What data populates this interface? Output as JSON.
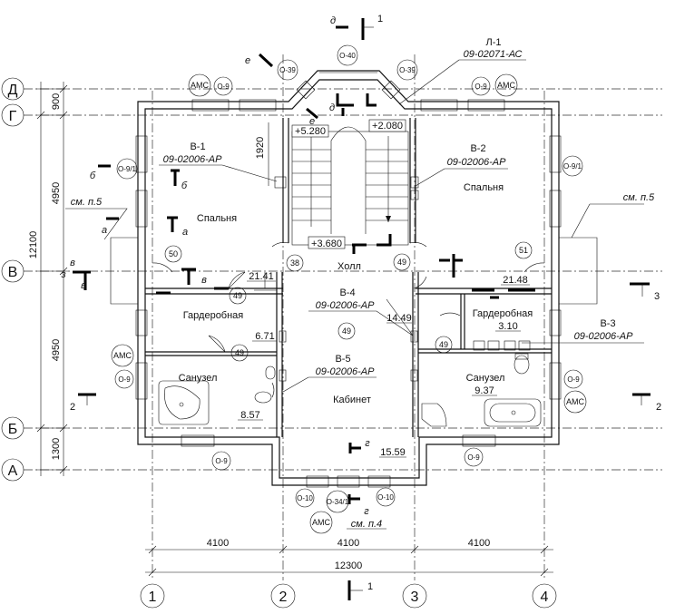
{
  "axes": {
    "rows": [
      {
        "label": "Д"
      },
      {
        "label": "Г"
      },
      {
        "label": "В"
      },
      {
        "label": "Б"
      },
      {
        "label": "А"
      }
    ],
    "cols": [
      {
        "label": "1"
      },
      {
        "label": "2"
      },
      {
        "label": "3"
      },
      {
        "label": "4"
      }
    ]
  },
  "dims": {
    "left": [
      "900",
      "4950",
      "12100",
      "4950",
      "1300"
    ],
    "bottom_spans": [
      "4100",
      "4100",
      "4100"
    ],
    "bottom_total": "12300",
    "stair": "1920"
  },
  "rooms": {
    "bedroom_left": {
      "name": "Спальня"
    },
    "bedroom_right": {
      "name": "Спальня"
    },
    "wardrobe_left": {
      "name": "Гардеробная",
      "area": "6.71"
    },
    "wardrobe_right": {
      "name": "Гардеробная",
      "area": "3.10"
    },
    "bath_left": {
      "name": "Санузел",
      "area": "8.57"
    },
    "bath_right": {
      "name": "Санузел",
      "area": "9.37"
    },
    "hall": {
      "name": "Холл",
      "area": "14.49"
    },
    "cabinet": {
      "name": "Кабинет",
      "area": "15.59"
    },
    "area_left_bed": "21.41",
    "area_right_bed": "21.48"
  },
  "elevations": {
    "top_left": "+5.280",
    "top_right": "+2.080",
    "bottom": "+3.680"
  },
  "callouts": {
    "v1": {
      "title": "В-1",
      "ref": "09-02006-АР"
    },
    "v2": {
      "title": "В-2",
      "ref": "09-02006-АР"
    },
    "v3": {
      "title": "В-3",
      "ref": "09-02006-АР"
    },
    "v4": {
      "title": "В-4",
      "ref": "09-02006-АР"
    },
    "v5": {
      "title": "В-5",
      "ref": "09-02006-АР"
    },
    "l1": {
      "title": "Л-1",
      "ref": "09-02071-АС"
    },
    "see5_left": "см. п.5",
    "see5_right": "см. п.5",
    "see4": "см. п.4"
  },
  "circles": {
    "c38": "38",
    "c49a": "49",
    "c49b": "49",
    "c49c": "49",
    "c49d": "49",
    "c49e": "49",
    "c50": "50",
    "c51": "51",
    "o39a": "О-39",
    "o39b": "О-39",
    "o40": "О-40",
    "o9a": "О-9",
    "o9b": "О-9",
    "o9c": "О-9",
    "o9d": "О-9",
    "o9e": "О-9",
    "o9f": "О-9",
    "o91a": "О-9/1",
    "o91b": "О-9/1",
    "o10a": "О-10",
    "o10b": "О-10",
    "o341": "О-34/1",
    "ams1": "АМС",
    "ams2": "АМС",
    "ams3": "АМС",
    "ams4": "АМС",
    "ams5": "АМС"
  },
  "sections": {
    "s1_top": "1",
    "s1_bottom": "1",
    "s2": "2",
    "s2b": "2",
    "s3": "3",
    "d_top": "д",
    "d_mid": "д",
    "e_top": "е",
    "e_mid": "е",
    "b": "б",
    "b2": "б",
    "a": "а",
    "a2": "а",
    "v": "в",
    "v2": "в",
    "v3": "в",
    "g": "г",
    "g2": "г",
    "z": "з"
  }
}
